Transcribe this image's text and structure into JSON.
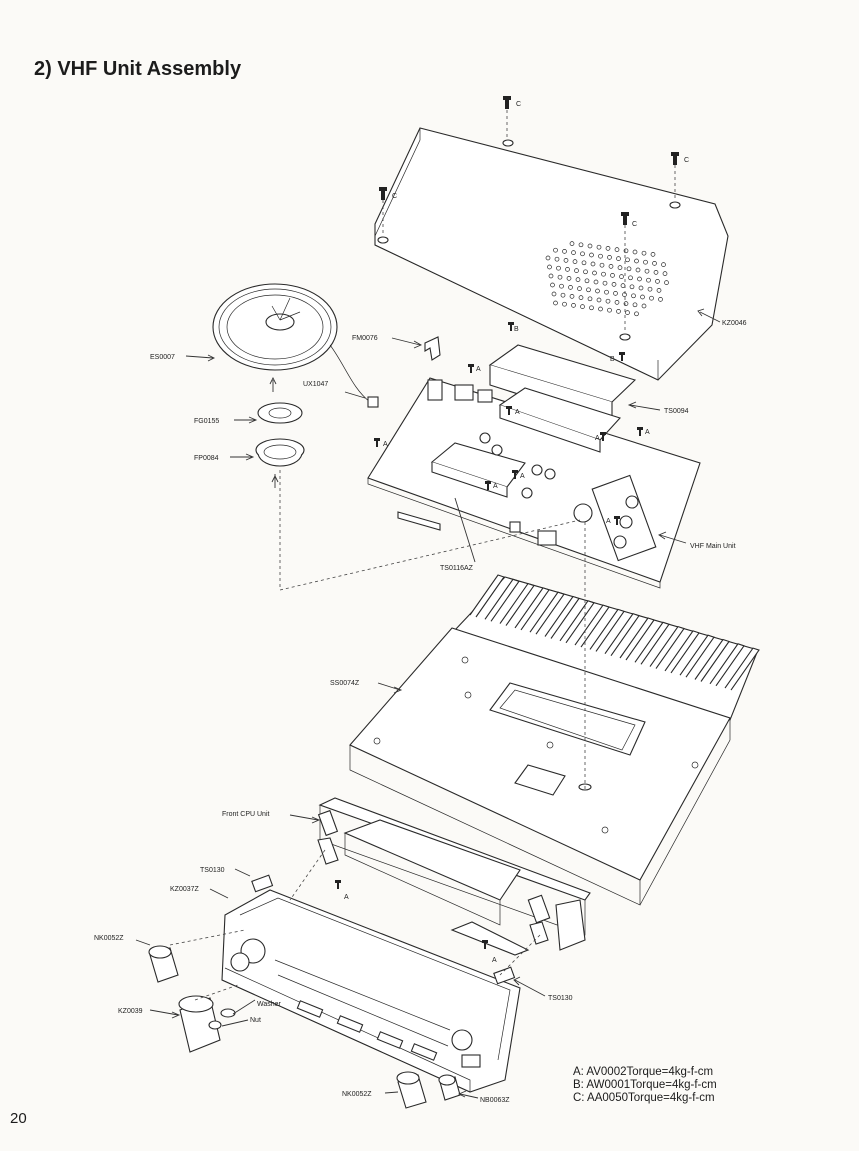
{
  "title": "2) VHF Unit Assembly",
  "page_number": "20",
  "labels": {
    "c1": "C",
    "c2": "C",
    "c3": "C",
    "c4": "C",
    "b1": "B",
    "b2": "B",
    "a1": "A",
    "a2": "A",
    "a3": "A",
    "a4": "A",
    "a5": "A",
    "a6": "A",
    "a7": "A",
    "a8": "A",
    "a9": "A",
    "kz0046": "KZ0046",
    "es0007": "ES0007",
    "fm0076": "FM0076",
    "ux1047": "UX1047",
    "fg0155": "FG0155",
    "fp0084": "FP0084",
    "ts0094": "TS0094",
    "vhf_main": "VHF Main Unit",
    "ts0116az": "TS0116AZ",
    "ss0074z": "SS0074Z",
    "front_cpu": "Front CPU Unit",
    "ts0130a": "TS0130",
    "kz0037z": "KZ0037Z",
    "nk0052z_a": "NK0052Z",
    "kz0039": "KZ0039",
    "washer": "Washer",
    "nut": "Nut",
    "ts0130b": "TS0130",
    "nk0052z_b": "NK0052Z",
    "nb0063z": "NB0063Z"
  },
  "legend": [
    "A:  AV0002Torque=4kg-f-cm",
    "B:  AW0001Torque=4kg-f-cm",
    "C:  AA0050Torque=4kg-f-cm"
  ]
}
